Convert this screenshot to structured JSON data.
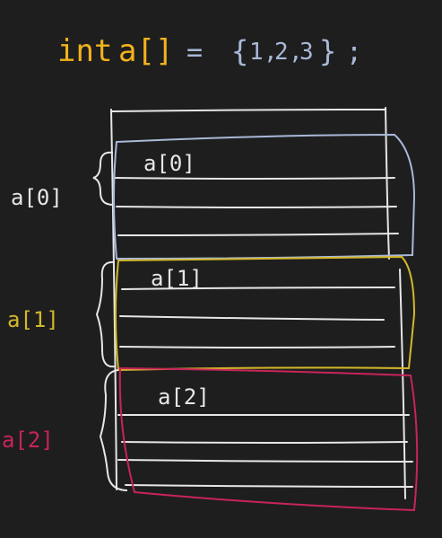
{
  "title": {
    "decl_type": "int",
    "decl_name": "a[]",
    "equals": "=",
    "values_open": "{",
    "values": [
      "1",
      "2",
      "3"
    ],
    "values_close": "}",
    "terminator": ";"
  },
  "blocks": [
    {
      "inner_label": "a[0]",
      "side_label": "a[0]",
      "color": "#a8b8d8"
    },
    {
      "inner_label": "a[1]",
      "side_label": "a[1]",
      "color": "#d4b82a"
    },
    {
      "inner_label": "a[2]",
      "side_label": "a[2]",
      "color": "#c8245a"
    }
  ],
  "colors": {
    "background": "#1e1e1e",
    "title": "#f2b21c",
    "values": "#a8b8d8",
    "memory_lines": "#e6e6e6"
  }
}
